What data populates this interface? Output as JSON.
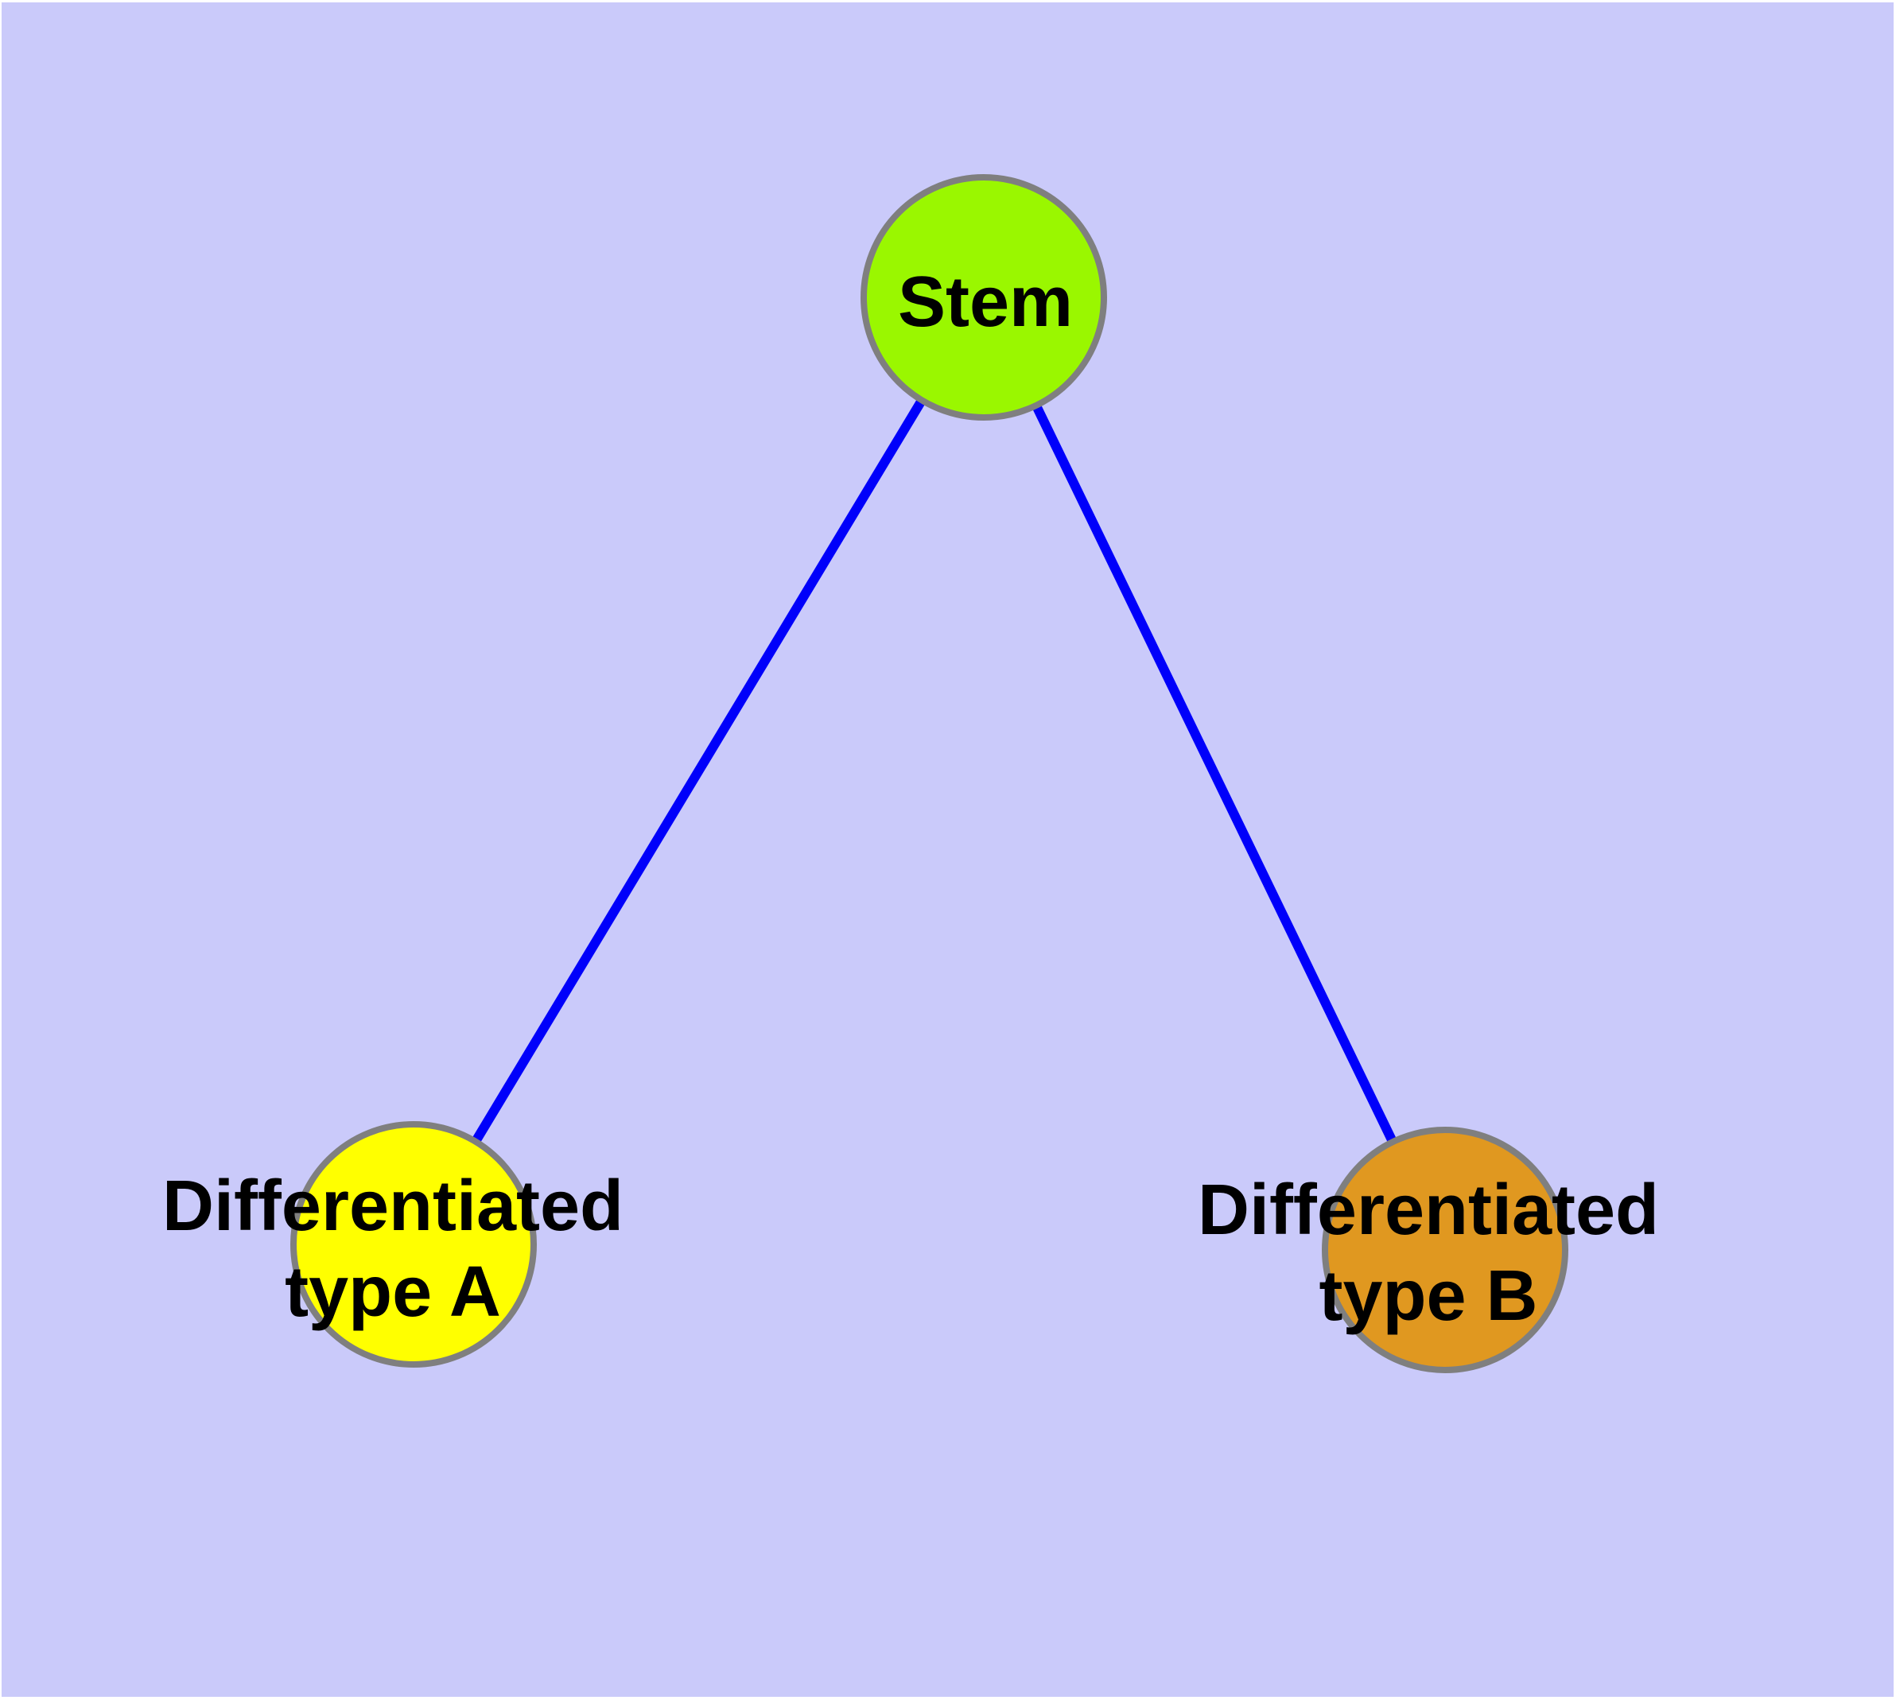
{
  "diagram": {
    "background_color": "#cacafa",
    "frame_color": "#ffffff",
    "edge_color": "#0000fa",
    "node_border_color": "#7f7f7f",
    "label_color": "#000000",
    "nodes": [
      {
        "id": "stem",
        "label": "Stem",
        "color": "#9af700"
      },
      {
        "id": "differentiated-type-a",
        "label_line1": "Differentiated",
        "label_line2": "type A",
        "color": "#ffff00"
      },
      {
        "id": "differentiated-type-b",
        "label_line1": "Differentiated",
        "label_line2": "type B",
        "color": "#e09820"
      }
    ],
    "edges": [
      {
        "from": "Stem",
        "to": "Differentiated type A"
      },
      {
        "from": "Stem",
        "to": "Differentiated type B"
      }
    ]
  }
}
